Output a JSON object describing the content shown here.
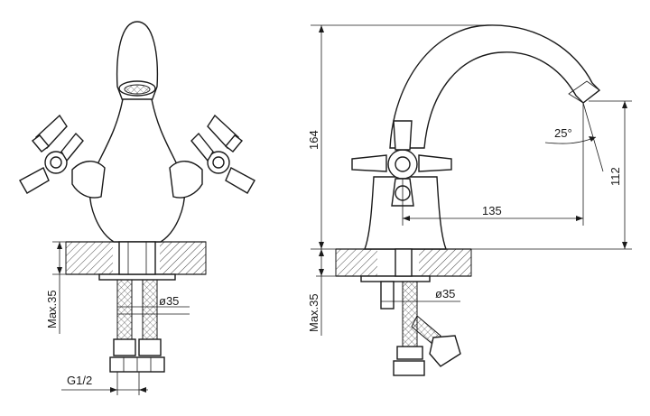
{
  "dimensions": {
    "front_max_depth": "Max.35",
    "front_hose_dia": "ø35",
    "front_thread": "G1/2",
    "side_height": "164",
    "side_spout_height": "112",
    "side_reach": "135",
    "side_angle": "25°",
    "side_max_depth": "Max.35",
    "side_hose_dia": "ø35"
  }
}
